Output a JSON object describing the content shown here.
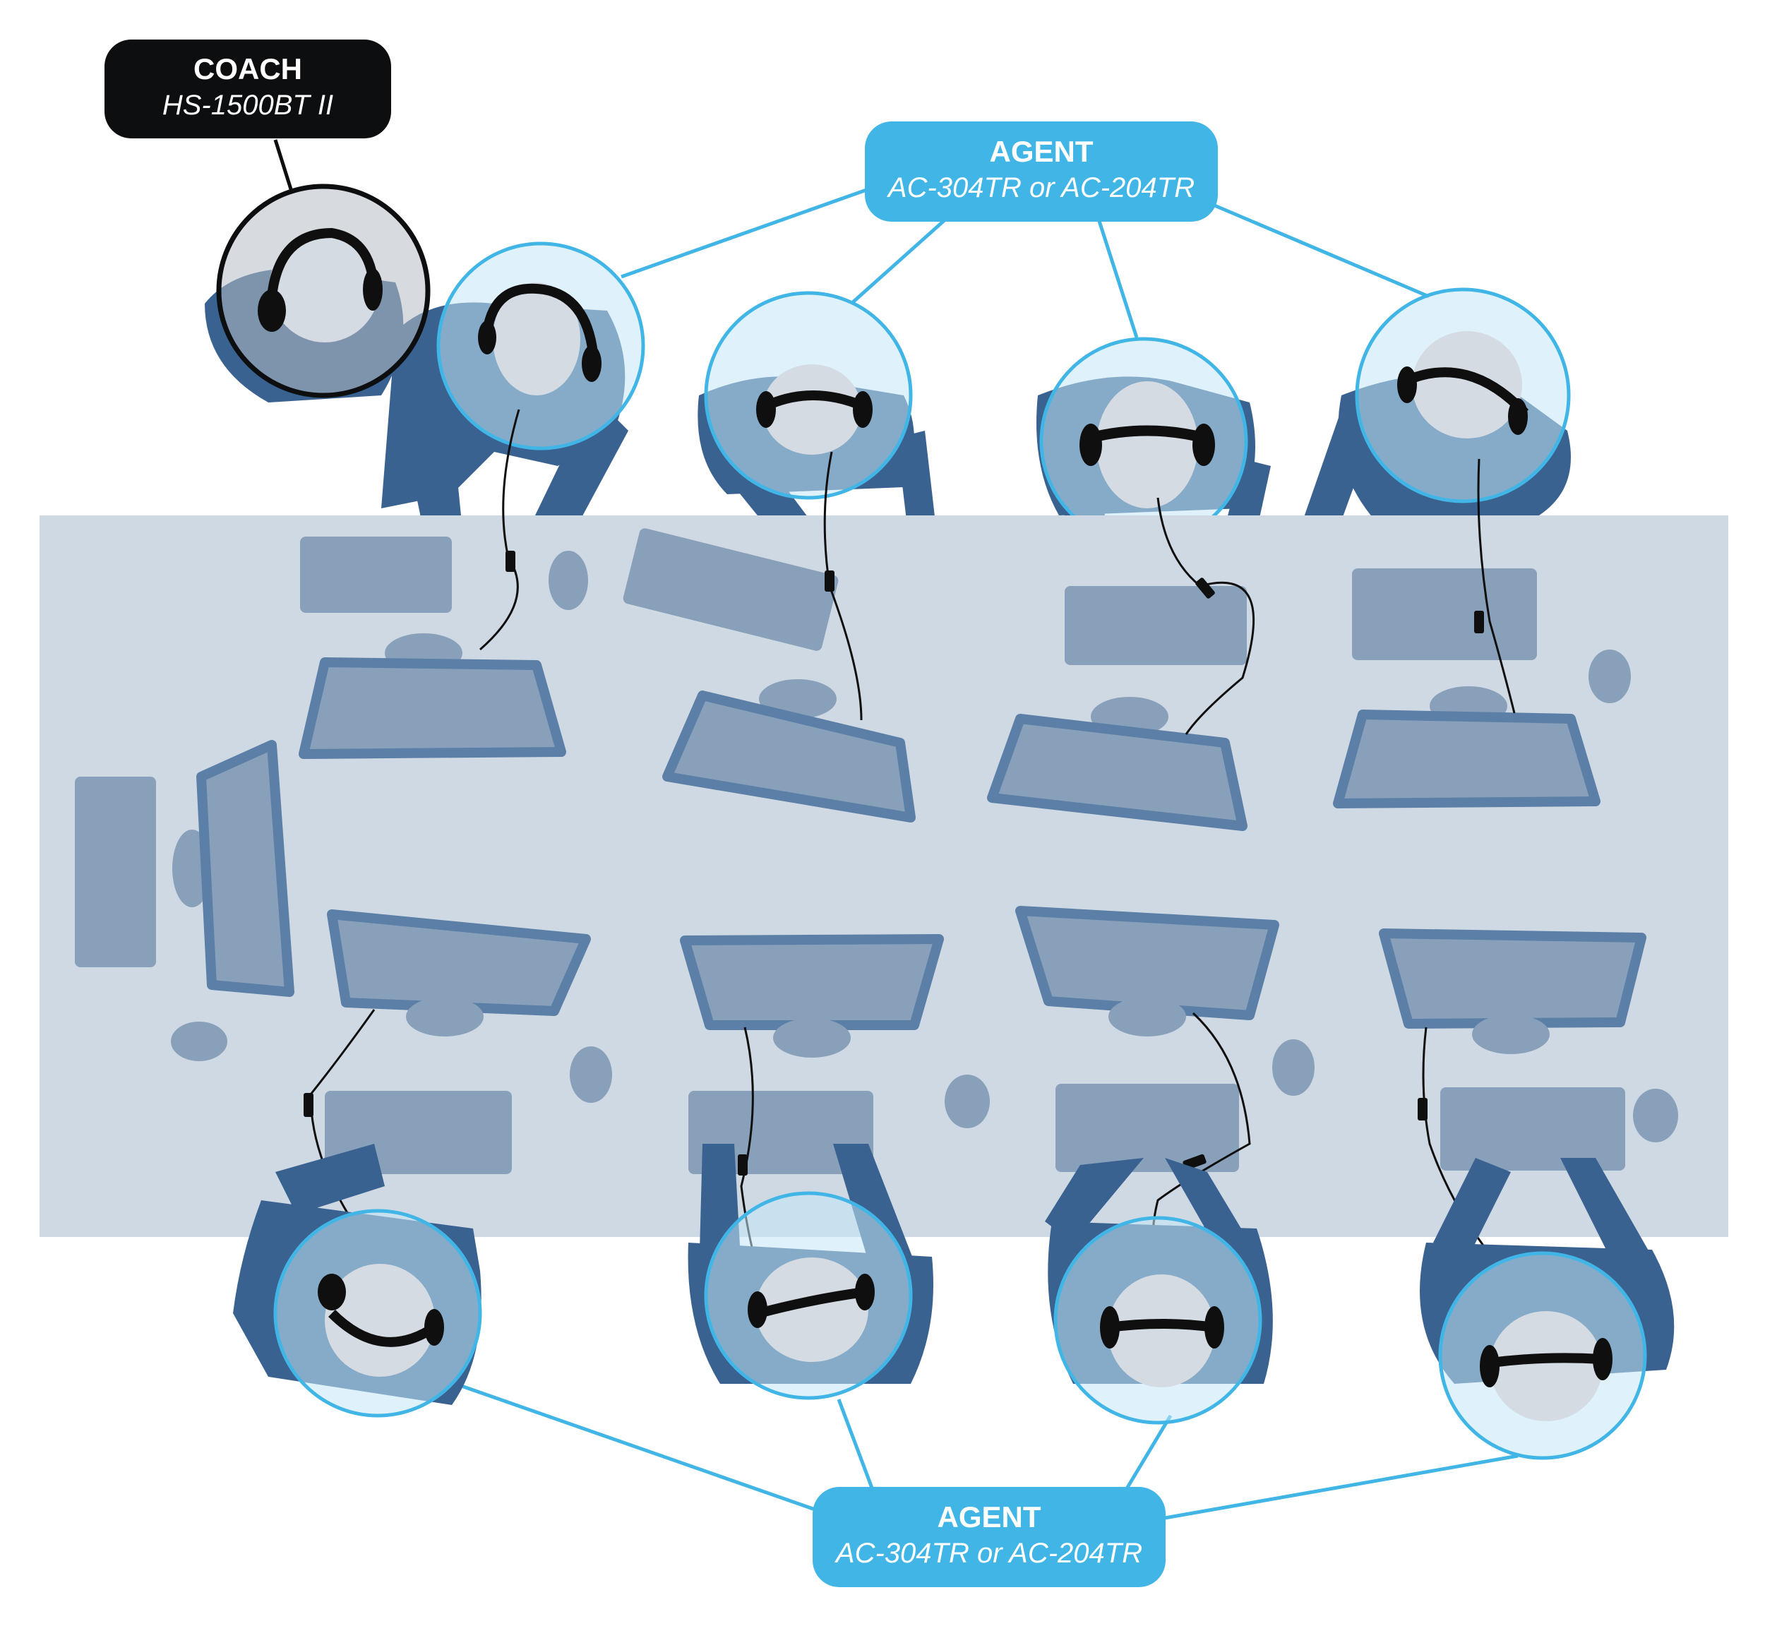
{
  "colors": {
    "agent_accent": "#41b6e6",
    "coach_box": "#0d0e10",
    "desk_surface": "#cfd9e4",
    "equipment": "#88a0b9",
    "equipment_edge": "#5b7fa6",
    "body_dark": "#3a6291",
    "body_mid": "#3d7aab",
    "halo_agent": "#c5e8f7",
    "halo_coach": "#b7bcc2",
    "skin_head": "#d5dbe3",
    "headset": "#0f0f10"
  },
  "labels": {
    "coach": {
      "role": "COACH",
      "model": "HS-1500BT II"
    },
    "agent_top": {
      "role": "AGENT",
      "model": "AC-304TR or AC-204TR"
    },
    "agent_bottom": {
      "role": "AGENT",
      "model": "AC-304TR or AC-204TR"
    }
  },
  "icons": {
    "coach_headset": "over-ear-headset-icon",
    "agent_headset": "over-ear-headset-icon"
  }
}
